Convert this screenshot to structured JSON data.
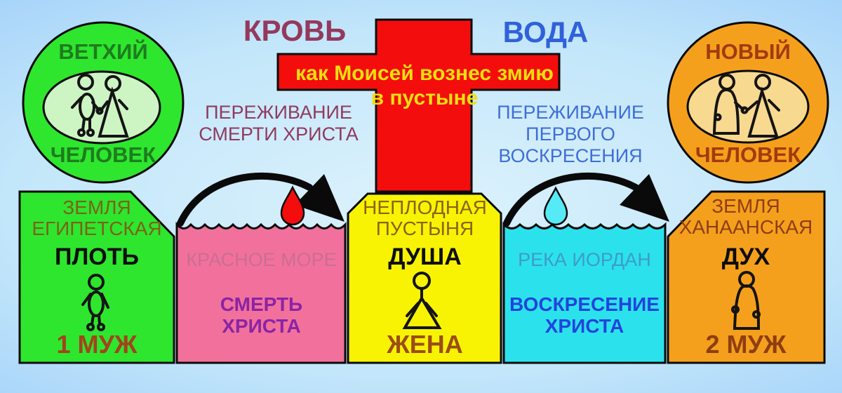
{
  "top": {
    "blood_label": "КРОВЬ",
    "water_label": "ВОДА",
    "experience_left": [
      "ПЕРЕЖИВАНИЕ",
      "СМЕРТИ ХРИСТА"
    ],
    "experience_right": [
      "ПЕРЕЖИВАНИЕ",
      "ПЕРВОГО",
      "ВОСКРЕСЕНИЯ"
    ],
    "cross_caption_line1": "как Моисей вознес змию",
    "cross_caption_line2": "в пустыне"
  },
  "old_man": {
    "title": "ВЕТХИЙ",
    "subtitle": "ЧЕЛОВЕК"
  },
  "new_man": {
    "title": "НОВЫЙ",
    "subtitle": "ЧЕЛОВЕК"
  },
  "blocks": {
    "egypt": {
      "region1": "ЗЕМЛЯ",
      "region2": "ЕГИПЕТСКАЯ",
      "essence": "ПЛОТЬ",
      "marriage": "1 МУЖ"
    },
    "red_sea": {
      "name": "КРАСНОЕ МОРЕ",
      "event1": "СМЕРТЬ",
      "event2": "ХРИСТА"
    },
    "desert": {
      "region1": "НЕПЛОДНАЯ",
      "region2": "ПУСТЫНЯ",
      "essence": "ДУША",
      "marriage": "ЖЕНА"
    },
    "jordan": {
      "name": "РЕКА ИОРДАН",
      "event1": "ВОСКРЕСЕНИЕ",
      "event2": "ХРИСТА"
    },
    "canaan": {
      "region1": "ЗЕМЛЯ",
      "region2": "ХАНААНСКАЯ",
      "essence": "ДУХ",
      "marriage": "2 МУЖ"
    }
  },
  "icons": {
    "old_couple": "stick-couple-holding-hands",
    "new_couple": "robed-couple-holding-hands",
    "egypt_figure": "stick-man",
    "desert_figure": "stick-woman",
    "canaan_figure": "robed-man",
    "left_drop": "blood-drop",
    "right_drop": "water-drop",
    "left_arc": "arrow-arc",
    "right_arc": "arrow-arc"
  },
  "colors": {
    "cross_red": "#F40D0D",
    "cross_text_yellow": "#F2DF10",
    "blood_text": "#94395C",
    "water_text": "#3161D9",
    "green_block": "#2EE62E",
    "green_inner": "#CDF5C3",
    "pink_block": "#F2719C",
    "yellow_block": "#F8F303",
    "cyan_block": "#2BE2EC",
    "orange_block": "#F5A01D",
    "orange_inner": "#F8D990",
    "purple_event": "#8B24A4",
    "blue_event": "#2244DC",
    "brown_label": "#8F3E12"
  }
}
